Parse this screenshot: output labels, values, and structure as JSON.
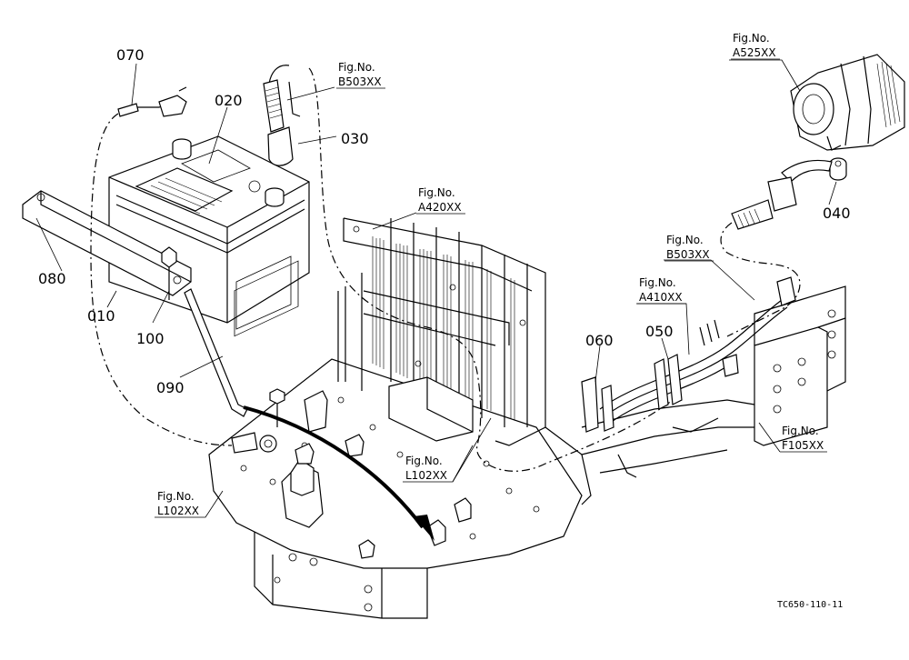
{
  "parts": {
    "p070": "070",
    "p020": "020",
    "p030": "030",
    "p040": "040",
    "p080": "080",
    "p010": "010",
    "p100": "100",
    "p090": "090",
    "p060": "060",
    "p050": "050"
  },
  "fig_refs": {
    "b503_top": {
      "label": "Fig.No.",
      "code": "B503XX"
    },
    "a525": {
      "label": "Fig.No.",
      "code": "A525XX"
    },
    "a420": {
      "label": "Fig.No.",
      "code": "A420XX"
    },
    "b503_mid": {
      "label": "Fig.No.",
      "code": "B503XX"
    },
    "a410": {
      "label": "Fig.No.",
      "code": "A410XX"
    },
    "l102_mid": {
      "label": "Fig.No.",
      "code": "L102XX"
    },
    "l102_left": {
      "label": "Fig.No.",
      "code": "L102XX"
    },
    "f105": {
      "label": "Fig.No.",
      "code": "F105XX"
    }
  },
  "drawing_code": "TC650-110-11"
}
